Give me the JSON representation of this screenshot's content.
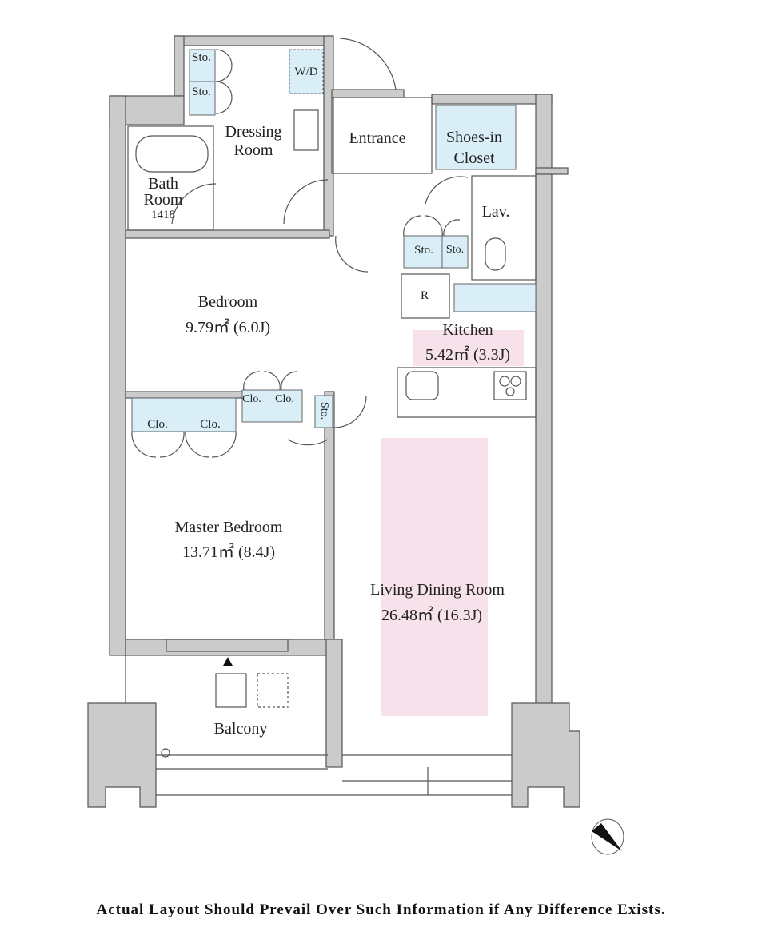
{
  "plan": {
    "rooms": {
      "sto_1": "Sto.",
      "sto_2": "Sto.",
      "wd": "W/D",
      "dressing": [
        "Dressing",
        "Room"
      ],
      "entrance": "Entrance",
      "shoes": [
        "Shoes-in",
        "Closet"
      ],
      "bath": [
        "Bath",
        "Room",
        "1418"
      ],
      "lav": "Lav.",
      "sto_3": "Sto.",
      "sto_4": "Sto.",
      "fridge": "R",
      "kitchen": [
        "Kitchen",
        "5.42㎡ (3.3J)"
      ],
      "bedroom": [
        "Bedroom",
        "9.79㎡ (6.0J)"
      ],
      "clo_1": "Clo.",
      "clo_2": "Clo.",
      "sto_5": "Sto.",
      "clo_3": "Clo.",
      "clo_4": "Clo.",
      "master": [
        "Master Bedroom",
        "13.71㎡ (8.4J)"
      ],
      "living": [
        "Living Dining Room",
        "26.48㎡ (16.3J)"
      ],
      "balcony": "Balcony"
    },
    "colors": {
      "wall": "#cbcbcb",
      "storage": "#d9eef7",
      "highlight": "#f7e1ea",
      "outline": "#555555"
    }
  },
  "footer": "Actual Layout Should Prevail Over Such Information if Any Difference Exists."
}
